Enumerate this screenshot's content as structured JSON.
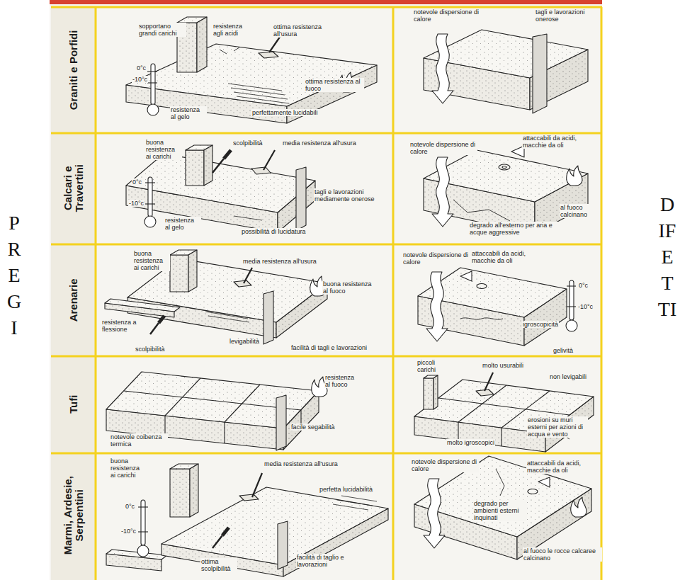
{
  "diagram": {
    "labels": [
      "PREGI",
      "DIFETTI",
      "Graniti e Porfidi",
      "Calcari e Travertini",
      "Arenarie",
      "Tufi",
      "Marmi, Ardesie, Serpentini",
      "sopportano grandi carichi",
      "resistenza agli acidi",
      "ottima resistenza all'usura",
      "0°c",
      "-10°c",
      "ottima resistenza al fuoco",
      "resistenza al gelo",
      "perfettamente lucidabili",
      "notevole dispersione di calore",
      "tagli e lavorazioni onerose",
      "buona resistenza ai carichi",
      "scolpibilità",
      "media resistenza all'usura",
      "0°c",
      "-10°c",
      "tagli e lavorazioni mediamente onerose",
      "resistenza al gelo",
      "possibilità di lucidatura",
      "notevole dispersione di calore",
      "attaccabili da acidi, macchie da oli",
      "al fuoco calcinano",
      "degrado all'esterno per aria e acque aggressive",
      "buona resistenza ai carichi",
      "media resistenza all'usura",
      "buona resistenza al fuoco",
      "resistenza a flessione",
      "scolpibilità",
      "levigabilità",
      "facilità di tagli e lavorazioni",
      "notevole dispersione di calore",
      "attaccabili da acidi, macchie da oli",
      "igroscopicità",
      "0°c",
      "-10°c",
      "gelività",
      "resistenza al fuoco",
      "notevole coibenza termica",
      "facile segabilità",
      "piccoli carichi",
      "molto usurabili",
      "non levigabili",
      "erosioni su muri esterni per azioni di acqua e vento",
      "molto igroscopici",
      "buona resistenza ai carichi",
      "media resistenza all'usura",
      "perfetta lucidabilità",
      "0°c",
      "-10°c",
      "ottima scolpibilità",
      "facilità di taglio e lavorazioni",
      "notevole dispersione di calore",
      "attaccabili da acidi, macchie da oli",
      "degrado per ambienti esterni inquinati",
      "al fuoco le rocce calcaree calcinano"
    ]
  }
}
